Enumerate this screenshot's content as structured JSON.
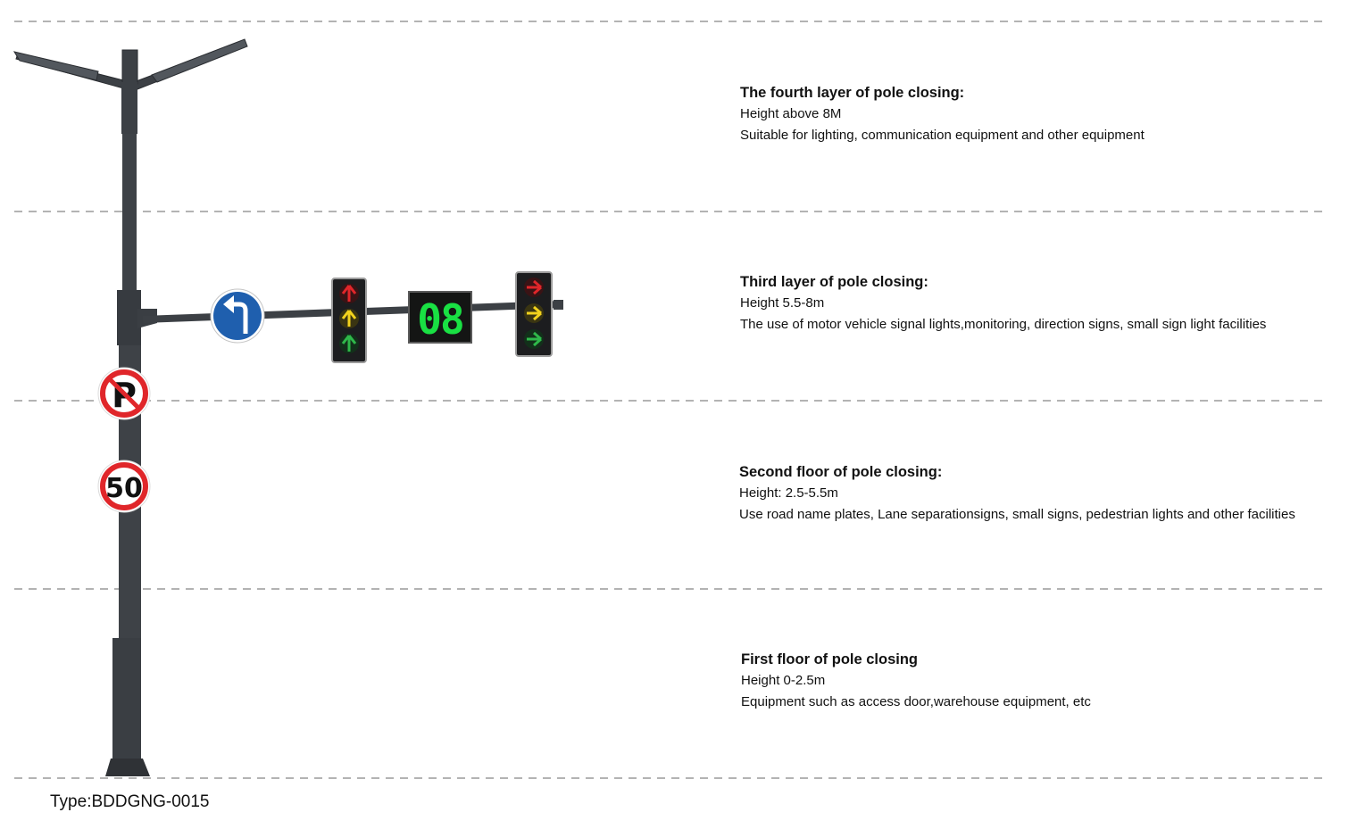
{
  "layers": [
    {
      "title": "The fourth layer of pole closing:",
      "height": "Height above 8M",
      "description": "Suitable for lighting, communication equipment and other equipment"
    },
    {
      "title": "Third layer of pole closing:",
      "height": "Height 5.5-8m",
      "description": "The use of motor vehicle signal lights,monitoring, direction signs, small sign light facilities"
    },
    {
      "title": "Second floor of pole closing:",
      "height": "Height: 2.5-5.5m",
      "description": "Use road name plates, Lane separationsigns, small signs, pedestrian lights and other facilities"
    },
    {
      "title": "First floor of pole closing",
      "height": "Height 0-2.5m",
      "description": "Equipment such as access door,warehouse equipment, etc"
    }
  ],
  "countdown_display": "08",
  "speed_limit_sign": "50",
  "parking_sign_letter": "P",
  "type_label": "Type:BDDGNG-0015",
  "colors": {
    "pole": "#3c4045",
    "red_signal": "#e0262a",
    "yellow_signal": "#f2d21d",
    "green_signal": "#2fb84a",
    "blue_sign": "#1f5fae",
    "countdown_green": "#19e043"
  }
}
